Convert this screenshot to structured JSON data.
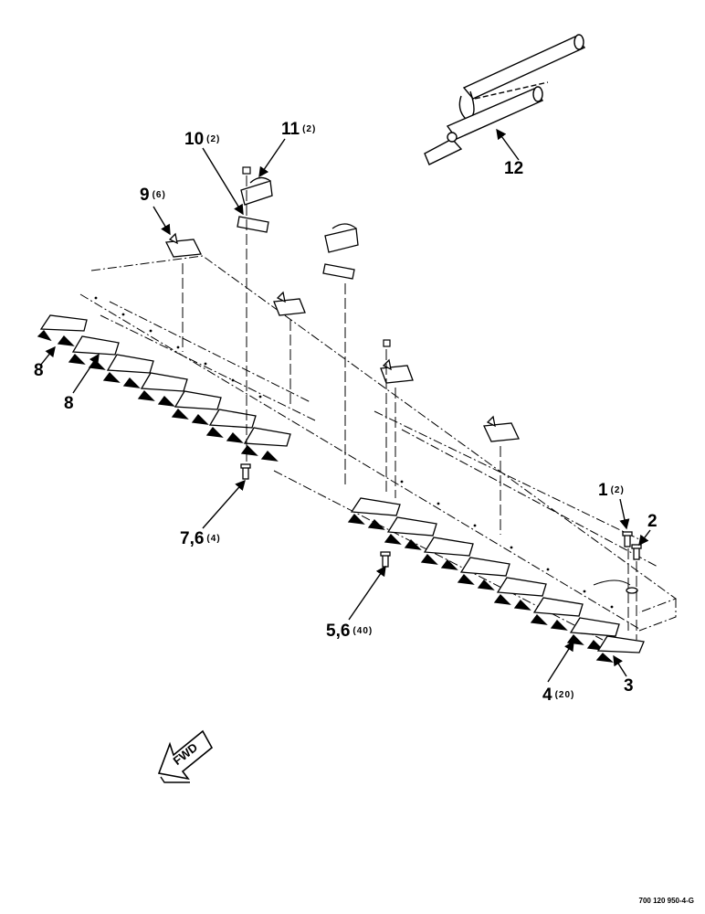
{
  "callouts": {
    "c1": {
      "num": "1",
      "qty": "(2)"
    },
    "c2": {
      "num": "2",
      "qty": ""
    },
    "c3": {
      "num": "3",
      "qty": ""
    },
    "c4": {
      "num": "4",
      "qty": "(20)"
    },
    "c56": {
      "num": "5,6",
      "qty": "(40)"
    },
    "c76": {
      "num": "7,6",
      "qty": "(4)"
    },
    "c8a": {
      "num": "8",
      "qty": ""
    },
    "c8b": {
      "num": "8",
      "qty": ""
    },
    "c9": {
      "num": "9",
      "qty": "(6)"
    },
    "c10": {
      "num": "10",
      "qty": "(2)"
    },
    "c11": {
      "num": "11",
      "qty": "(2)"
    },
    "c12": {
      "num": "12",
      "qty": ""
    }
  },
  "direction": {
    "label": "FWD"
  },
  "figure_ref": "700 120 950-4-G"
}
